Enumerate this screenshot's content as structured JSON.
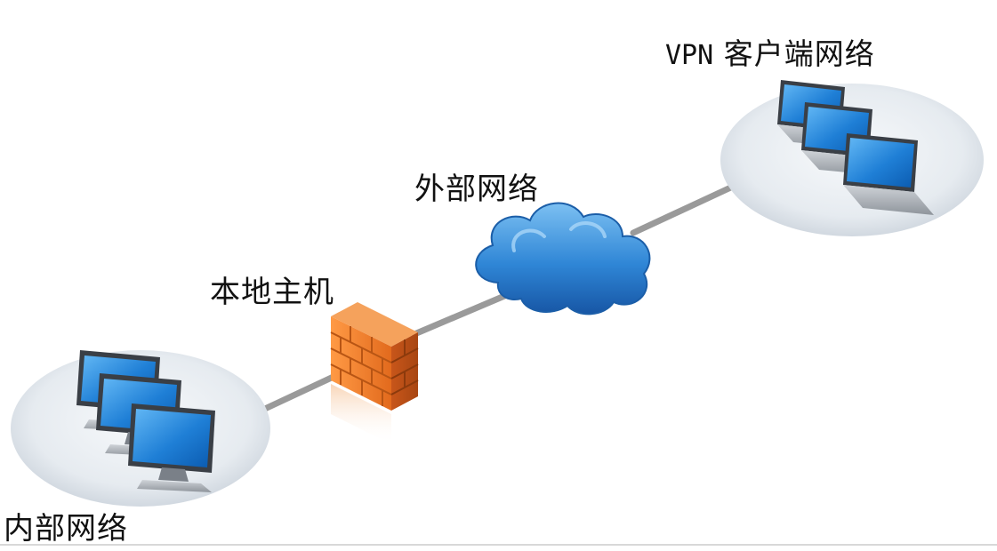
{
  "labels": {
    "vpn_client_network_prefix": "VPN",
    "vpn_client_network_suffix": "客户端网络",
    "external_network": "外部网络",
    "local_host": "本地主机",
    "internal_network": "内部网络"
  },
  "colors": {
    "screen_blue": "#1f7fd6",
    "cloud_blue": "#2f86d6",
    "firewall_orange": "#e0782a",
    "link_gray": "#9a9a9a",
    "ellipse_gray": "#dde3ea"
  },
  "icons": [
    "laptop-icon",
    "cloud-icon",
    "firewall-icon"
  ]
}
